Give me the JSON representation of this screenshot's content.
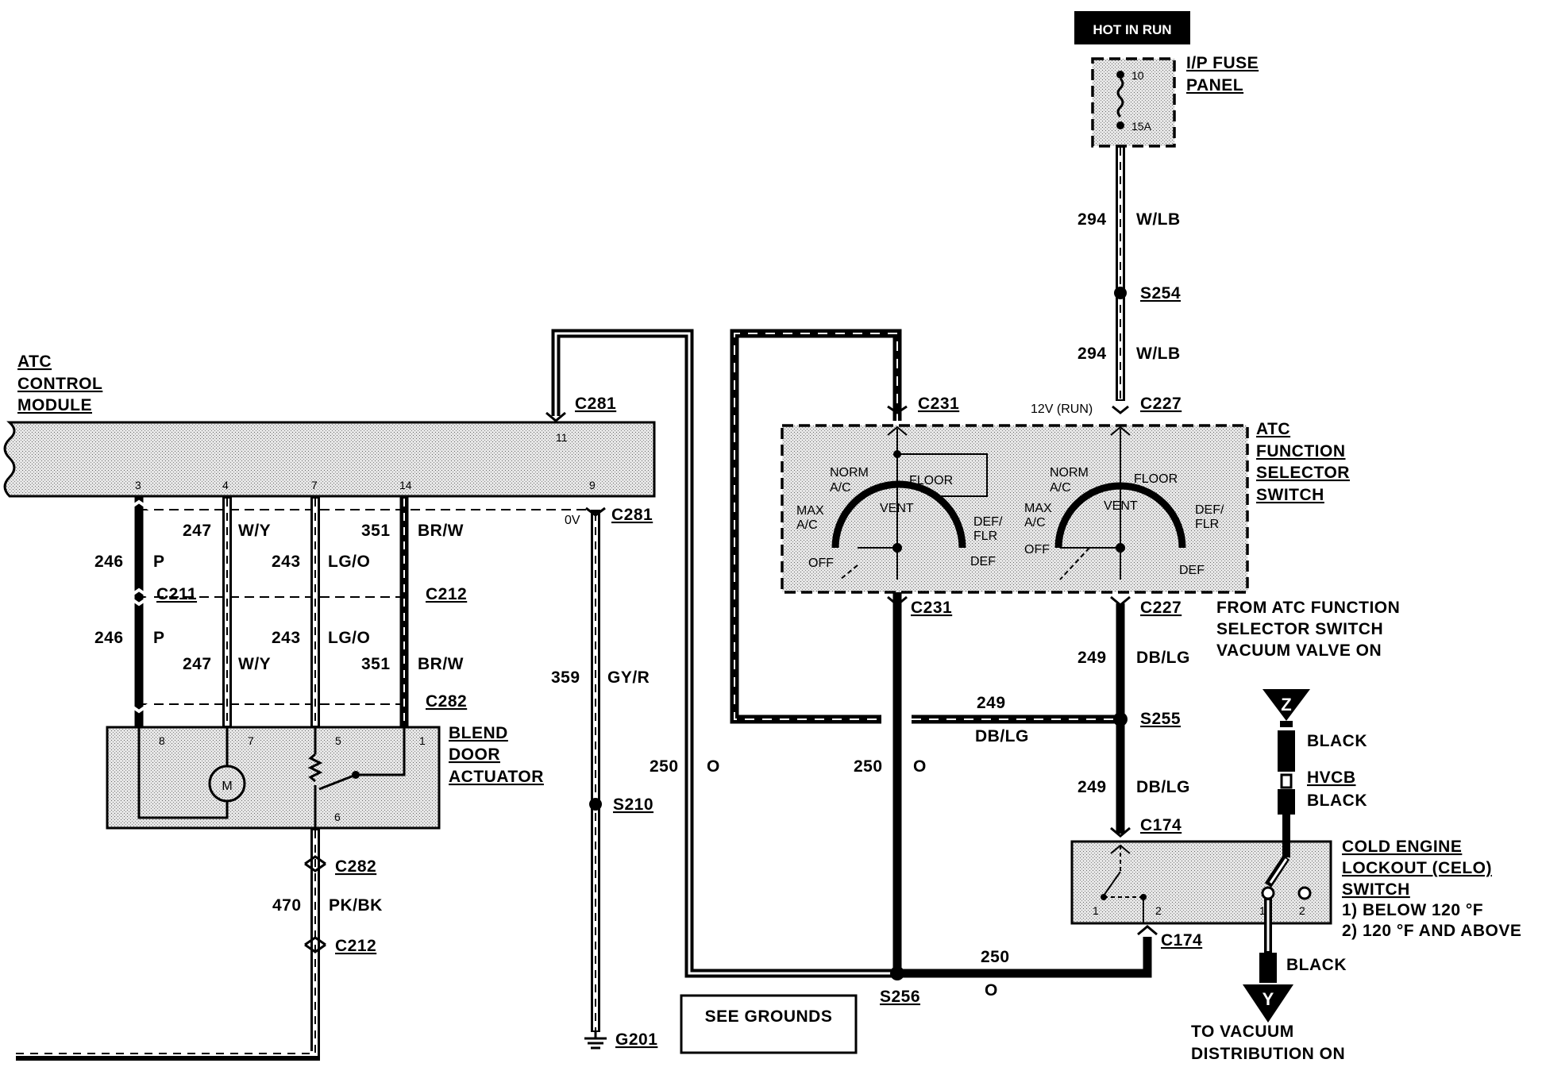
{
  "hot_label": "HOT IN RUN",
  "fuse_panel": {
    "title": [
      "I/P FUSE",
      "PANEL"
    ],
    "fuse_number": "10",
    "fuse_rating": "15A"
  },
  "atc_module": {
    "title": [
      "ATC",
      "CONTROL",
      "MODULE"
    ],
    "pins": {
      "p11": "11",
      "p3": "3",
      "p4": "4",
      "p7": "7",
      "p14": "14",
      "p9": "9"
    }
  },
  "function_switch": {
    "title": [
      "ATC",
      "FUNCTION",
      "SELECTOR",
      "SWITCH"
    ],
    "positions": {
      "norm_ac": [
        "NORM",
        "A/C"
      ],
      "floor": "FLOOR",
      "vent": "VENT",
      "max_ac": [
        "MAX",
        "A/C"
      ],
      "def_flr": [
        "DEF/",
        "FLR"
      ],
      "off": "OFF",
      "def": "DEF"
    },
    "voltage": "12V (RUN)"
  },
  "from_note": [
    "FROM ATC FUNCTION",
    "SELECTOR SWITCH",
    "VACUUM VALVE ON"
  ],
  "blend_door": {
    "title": [
      "BLEND",
      "DOOR",
      "ACTUATOR"
    ],
    "pins": {
      "p8": "8",
      "p7": "7",
      "p5": "5",
      "p1": "1",
      "p6": "6"
    },
    "motor": "M"
  },
  "celo_switch": {
    "title": [
      "COLD ENGINE",
      "LOCKOUT (CELO)",
      "SWITCH"
    ],
    "notes": [
      "1)  BELOW 120 °F",
      "2)  120 °F AND ABOVE"
    ],
    "pins": {
      "a": "1",
      "b": "2"
    }
  },
  "vacuum": {
    "hose_color": "BLACK",
    "hvcb": "HVCB",
    "z_marker": "Z",
    "y_marker": "Y",
    "destination": [
      "TO VACUUM",
      "DISTRIBUTION ON"
    ]
  },
  "see_grounds": "SEE GROUNDS",
  "voltage_0v": "0V",
  "connectors": {
    "c281": "C281",
    "c231": "C231",
    "c227": "C227",
    "c211": "C211",
    "c212": "C212",
    "c282": "C282",
    "c174": "C174",
    "s254": "S254",
    "s255": "S255",
    "s210": "S210",
    "s256": "S256",
    "g201": "G201"
  },
  "circuits": {
    "c294": {
      "num": "294",
      "color": "W/LB"
    },
    "c246": {
      "num": "246",
      "color": "P"
    },
    "c247": {
      "num": "247",
      "color": "W/Y"
    },
    "c243": {
      "num": "243",
      "color": "LG/O"
    },
    "c351": {
      "num": "351",
      "color": "BR/W"
    },
    "c359": {
      "num": "359",
      "color": "GY/R"
    },
    "c250": {
      "num": "250",
      "color": "O"
    },
    "c249": {
      "num": "249",
      "color": "DB/LG"
    },
    "c470": {
      "num": "470",
      "color": "PK/BK"
    }
  }
}
